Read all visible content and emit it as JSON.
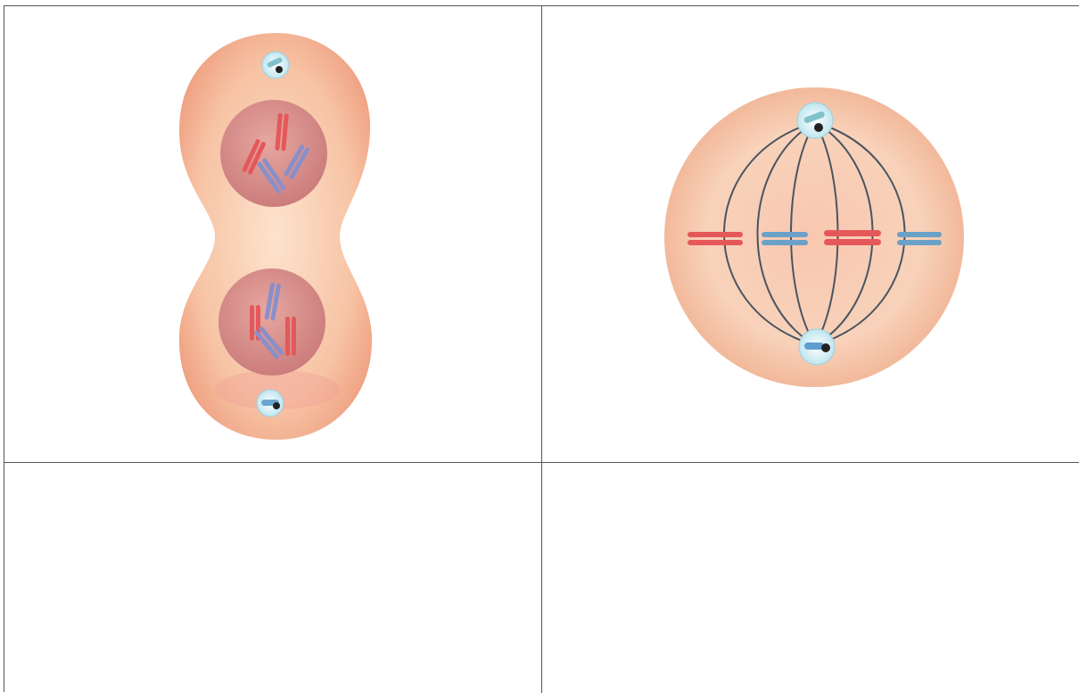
{
  "figure": {
    "panels": [
      {
        "id": "telophase-cytokinesis",
        "content": "illustration"
      },
      {
        "id": "metaphase",
        "content": "illustration"
      },
      {
        "id": "empty-1",
        "content": "blank"
      },
      {
        "id": "empty-2",
        "content": "blank"
      }
    ]
  },
  "colors": {
    "cytoplasm_light": "#fde0c8",
    "cytoplasm_dark": "#f1a585",
    "nucleus": "#d78c8a",
    "chromosome_red": "#e5585a",
    "chromosome_blue": "#8b8fc8",
    "metaphase_blue": "#6aa1c8",
    "spindle": "#4a5560",
    "centrosome": "#a9d9e6",
    "border": "#555555"
  }
}
